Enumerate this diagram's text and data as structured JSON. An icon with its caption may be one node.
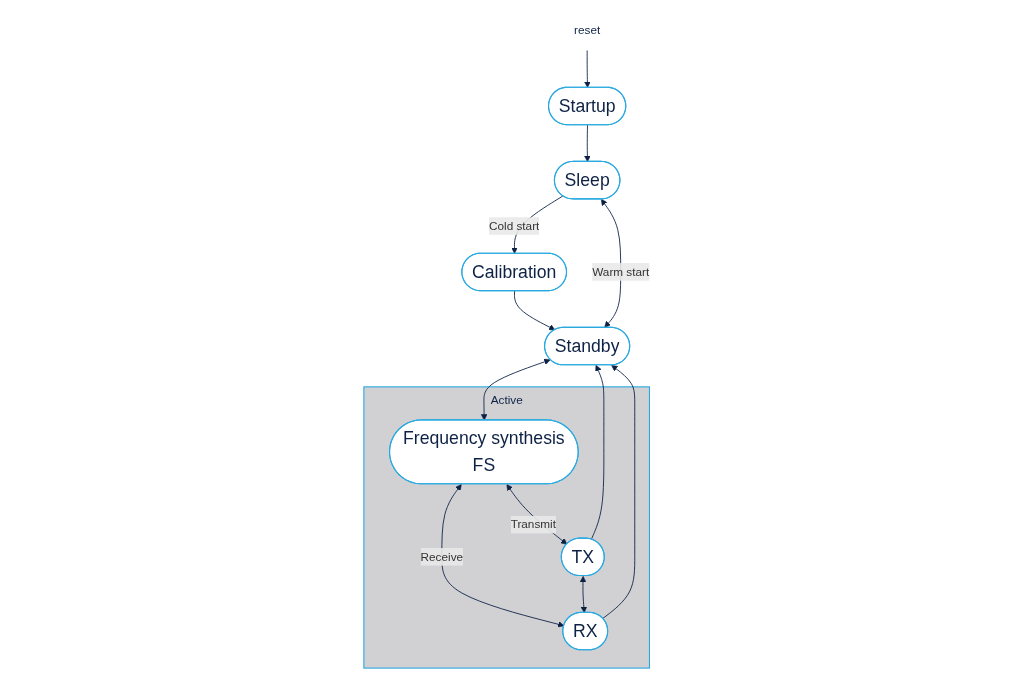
{
  "diagram": {
    "nodes": [
      {
        "text": [
          "reset"
        ]
      },
      {
        "text": [
          "Startup"
        ]
      },
      {
        "text": [
          "Sleep"
        ]
      },
      {
        "text": [
          "Calibration"
        ]
      },
      {
        "text": [
          "Standby"
        ]
      },
      {
        "text": [
          "Active"
        ]
      },
      {
        "text": [
          "Frequency synthesis",
          "FS"
        ],
        "in": 5
      },
      {
        "text": [
          "TX"
        ],
        "in": 5
      },
      {
        "text": [
          "RX"
        ],
        "in": 5
      }
    ],
    "edges": [
      {
        "from": 0,
        "to": 1,
        "arrow": "to"
      },
      {
        "from": 1,
        "to": 2,
        "arrow": "to"
      },
      {
        "from": 2,
        "to": 3,
        "arrow": "to",
        "label": "Cold start"
      },
      {
        "from": 4,
        "to": 2,
        "arrow": "both",
        "label": "Warm start"
      },
      {
        "from": 3,
        "to": 4,
        "arrow": "to"
      },
      {
        "from": 4,
        "to": 6,
        "arrow": "both"
      },
      {
        "from": 6,
        "to": 7,
        "arrow": "both",
        "label": "Transmit"
      },
      {
        "from": 6,
        "to": 8,
        "arrow": "both",
        "label": "Receive"
      },
      {
        "from": 7,
        "to": 8,
        "arrow": "both"
      },
      {
        "from": 7,
        "to": 4,
        "arrow": "to"
      },
      {
        "from": 8,
        "to": 4,
        "arrow": "to"
      }
    ]
  }
}
